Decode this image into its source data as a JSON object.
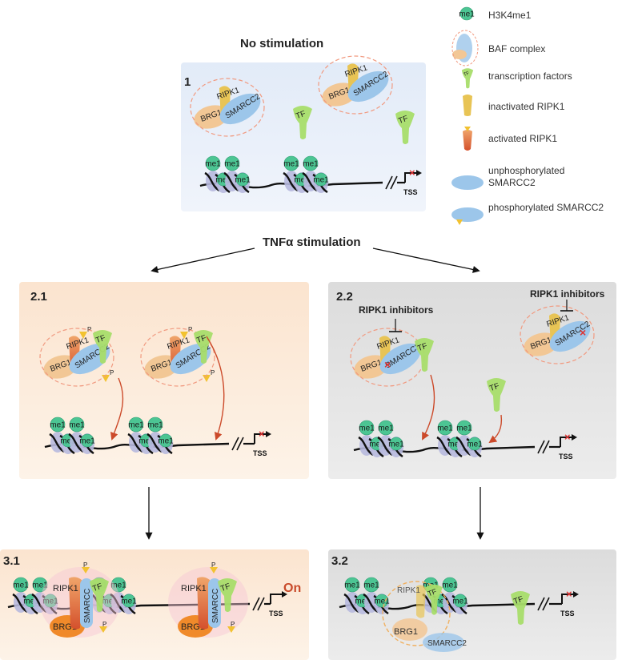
{
  "titles": {
    "top": "No stimulation",
    "middle": "TNFα stimulation"
  },
  "panels": {
    "p1": "1",
    "p21": "2.1",
    "p22": "2.2",
    "p31": "3.1",
    "p32": "3.2"
  },
  "legend": [
    {
      "glyph": "me1",
      "text": "H3K4me1"
    },
    {
      "glyph": "baf",
      "text": "BAF complex"
    },
    {
      "glyph": "TF",
      "text": "transcription factors"
    },
    {
      "glyph": "RIPK1",
      "text": "inactivated RIPK1"
    },
    {
      "glyph": "RIPK1",
      "text": "activated RIPK1"
    },
    {
      "glyph": "SMARCC2",
      "text": "unphosphorylated SMARCC2"
    },
    {
      "glyph": "SMARCC2",
      "text": "phosphorylated SMARCC2"
    }
  ],
  "labels": {
    "me1": "me1",
    "brg1": "BRG1",
    "ripk1": "RIPK1",
    "smarcc2": "SMARCC2",
    "smarcc_trunc": "SMARCC",
    "tf": "TF",
    "p": "P",
    "tss": "TSS",
    "inhibitors": "RIPK1 inhibitors",
    "on": "On"
  },
  "colors": {
    "panel1_bg": "#e6eef9",
    "panel_orange_bg": "#fcebd8",
    "panel_gray_bg": "#e3e3e3",
    "me1": "#4cc593",
    "nucleosome": "#b7b9de",
    "brg1": "#f2c795",
    "ripk1_inactive": "#e8c455",
    "ripk1_active": "#e06a3c",
    "smarcc2": "#9cc6ea",
    "tf": "#a8dd6a",
    "dashed": "#f19a80",
    "arrow_red": "#cc4a2a"
  }
}
